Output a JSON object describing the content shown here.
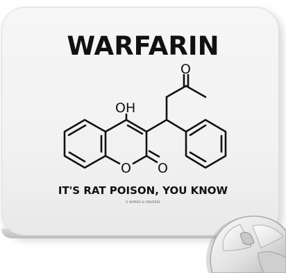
{
  "product": {
    "title": "WARFARIN",
    "tagline": "IT'S RAT POISON, YOU KNOW",
    "credit": "© WORDS & UNIVERSE"
  },
  "molecule": {
    "hydroxyl_label": "OH",
    "ketone_oxygen_label": "O",
    "ring_oxygen_label": "O",
    "carbonyl_oxygen_label": "O"
  },
  "colors": {
    "ink": "#111111",
    "pad": "#f4f4f4",
    "mouse": "#e2e2e2"
  }
}
